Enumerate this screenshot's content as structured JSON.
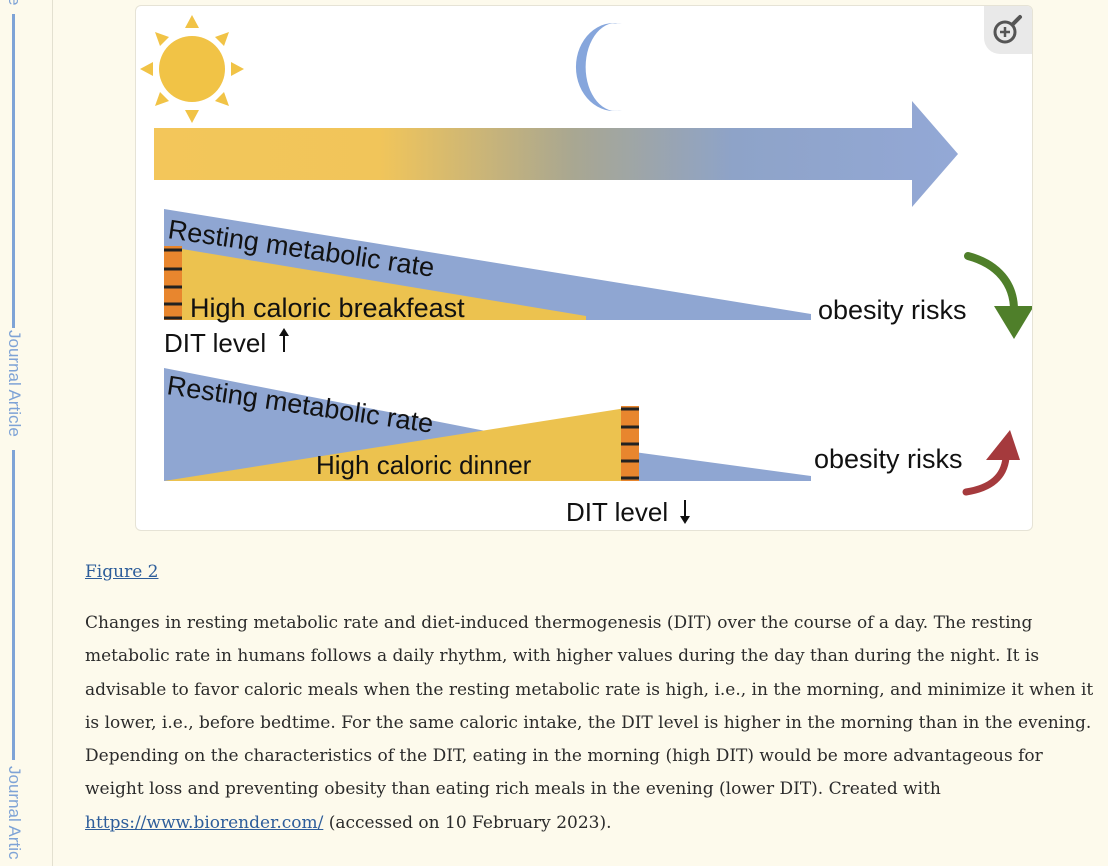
{
  "sidebar": {
    "label_top": "e",
    "label_mid": "Journal Article",
    "label_bottom": "Journal Artic"
  },
  "figure": {
    "diagram": {
      "rmr_label_1": "Resting metabolic rate",
      "breakfast_label": "High caloric breakfeast",
      "dit_up_label": "DIT level",
      "obesity_label_1": "obesity risks",
      "rmr_label_2": "Resting metabolic rate",
      "dinner_label": "High caloric dinner",
      "dit_down_label": "DIT level",
      "obesity_label_2": "obesity risks"
    },
    "zoom_icon": "zoom-in-icon",
    "link_label": "Figure 2"
  },
  "caption": {
    "text": "Changes in resting metabolic rate and diet-induced thermogenesis (DIT) over the course of a day. The resting metabolic rate in humans follows a daily rhythm, with higher values during the day than during the night. It is advisable to favor caloric meals when the resting metabolic rate is high, i.e., in the morning, and minimize it when it is lower, i.e., before bedtime. For the same caloric intake, the DIT level is higher in the morning than in the evening. Depending on the characteristics of the DIT, eating in the morning (high DIT) would be more advantageous for weight loss and preventing obesity than eating rich meals in the evening (lower DIT). Created with ",
    "link": "https://www.biorender.com/",
    "suffix": " (accessed on 10 February 2023)."
  },
  "colors": {
    "accent_link": "#2d5d9a",
    "rail": "#7ea3d6",
    "sun": "#f1c346",
    "moon": "#86a6dc",
    "rmr_blue": "#8fa6d2",
    "meal_yellow": "#ecc24f",
    "dit_orange": "#e8862e",
    "arrow_green": "#4f7f2a",
    "arrow_red": "#a53a3d"
  }
}
